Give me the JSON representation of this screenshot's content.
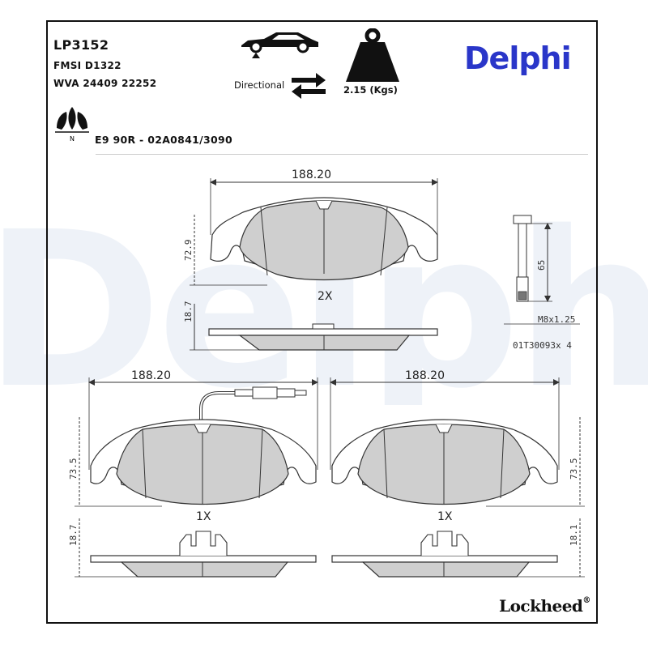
{
  "part_number": "LP3152",
  "fmsi": "FMSI D1322",
  "wva": "WVA 24409 22252",
  "approval": "E9 90R - 02A0841/3090",
  "mounting_label": "Directional",
  "weight_label": "2.15 (Kgs)",
  "brand": "Delphi",
  "footer_brand": "Lockheed",
  "registered_mark": "®",
  "eco_badge_letter": "N",
  "icons": {
    "car": "car-axle-icon",
    "direction": "directional-arrows-icon",
    "weight": "weight-icon",
    "eco": "eco-leaves-icon"
  },
  "drawings": {
    "top_pad": {
      "width_label": "188.20",
      "height_label": "72.9",
      "thickness_label": "18.7",
      "quantity_label": "2X"
    },
    "bolt": {
      "length_label": "65",
      "thread_label": "M8x1.25",
      "part_label": "01T30093x 4"
    },
    "left_pad": {
      "width_label": "188.20",
      "height_label": "73.5",
      "thickness_label": "18.7",
      "quantity_label": "1X"
    },
    "right_pad": {
      "width_label": "188.20",
      "height_label": "73.5",
      "thickness_label": "18.1",
      "quantity_label": "1X"
    }
  },
  "colors": {
    "brand_blue": "#2a36c9",
    "pad_fill": "#cfcfcf",
    "watermark": "#eef2f8"
  }
}
